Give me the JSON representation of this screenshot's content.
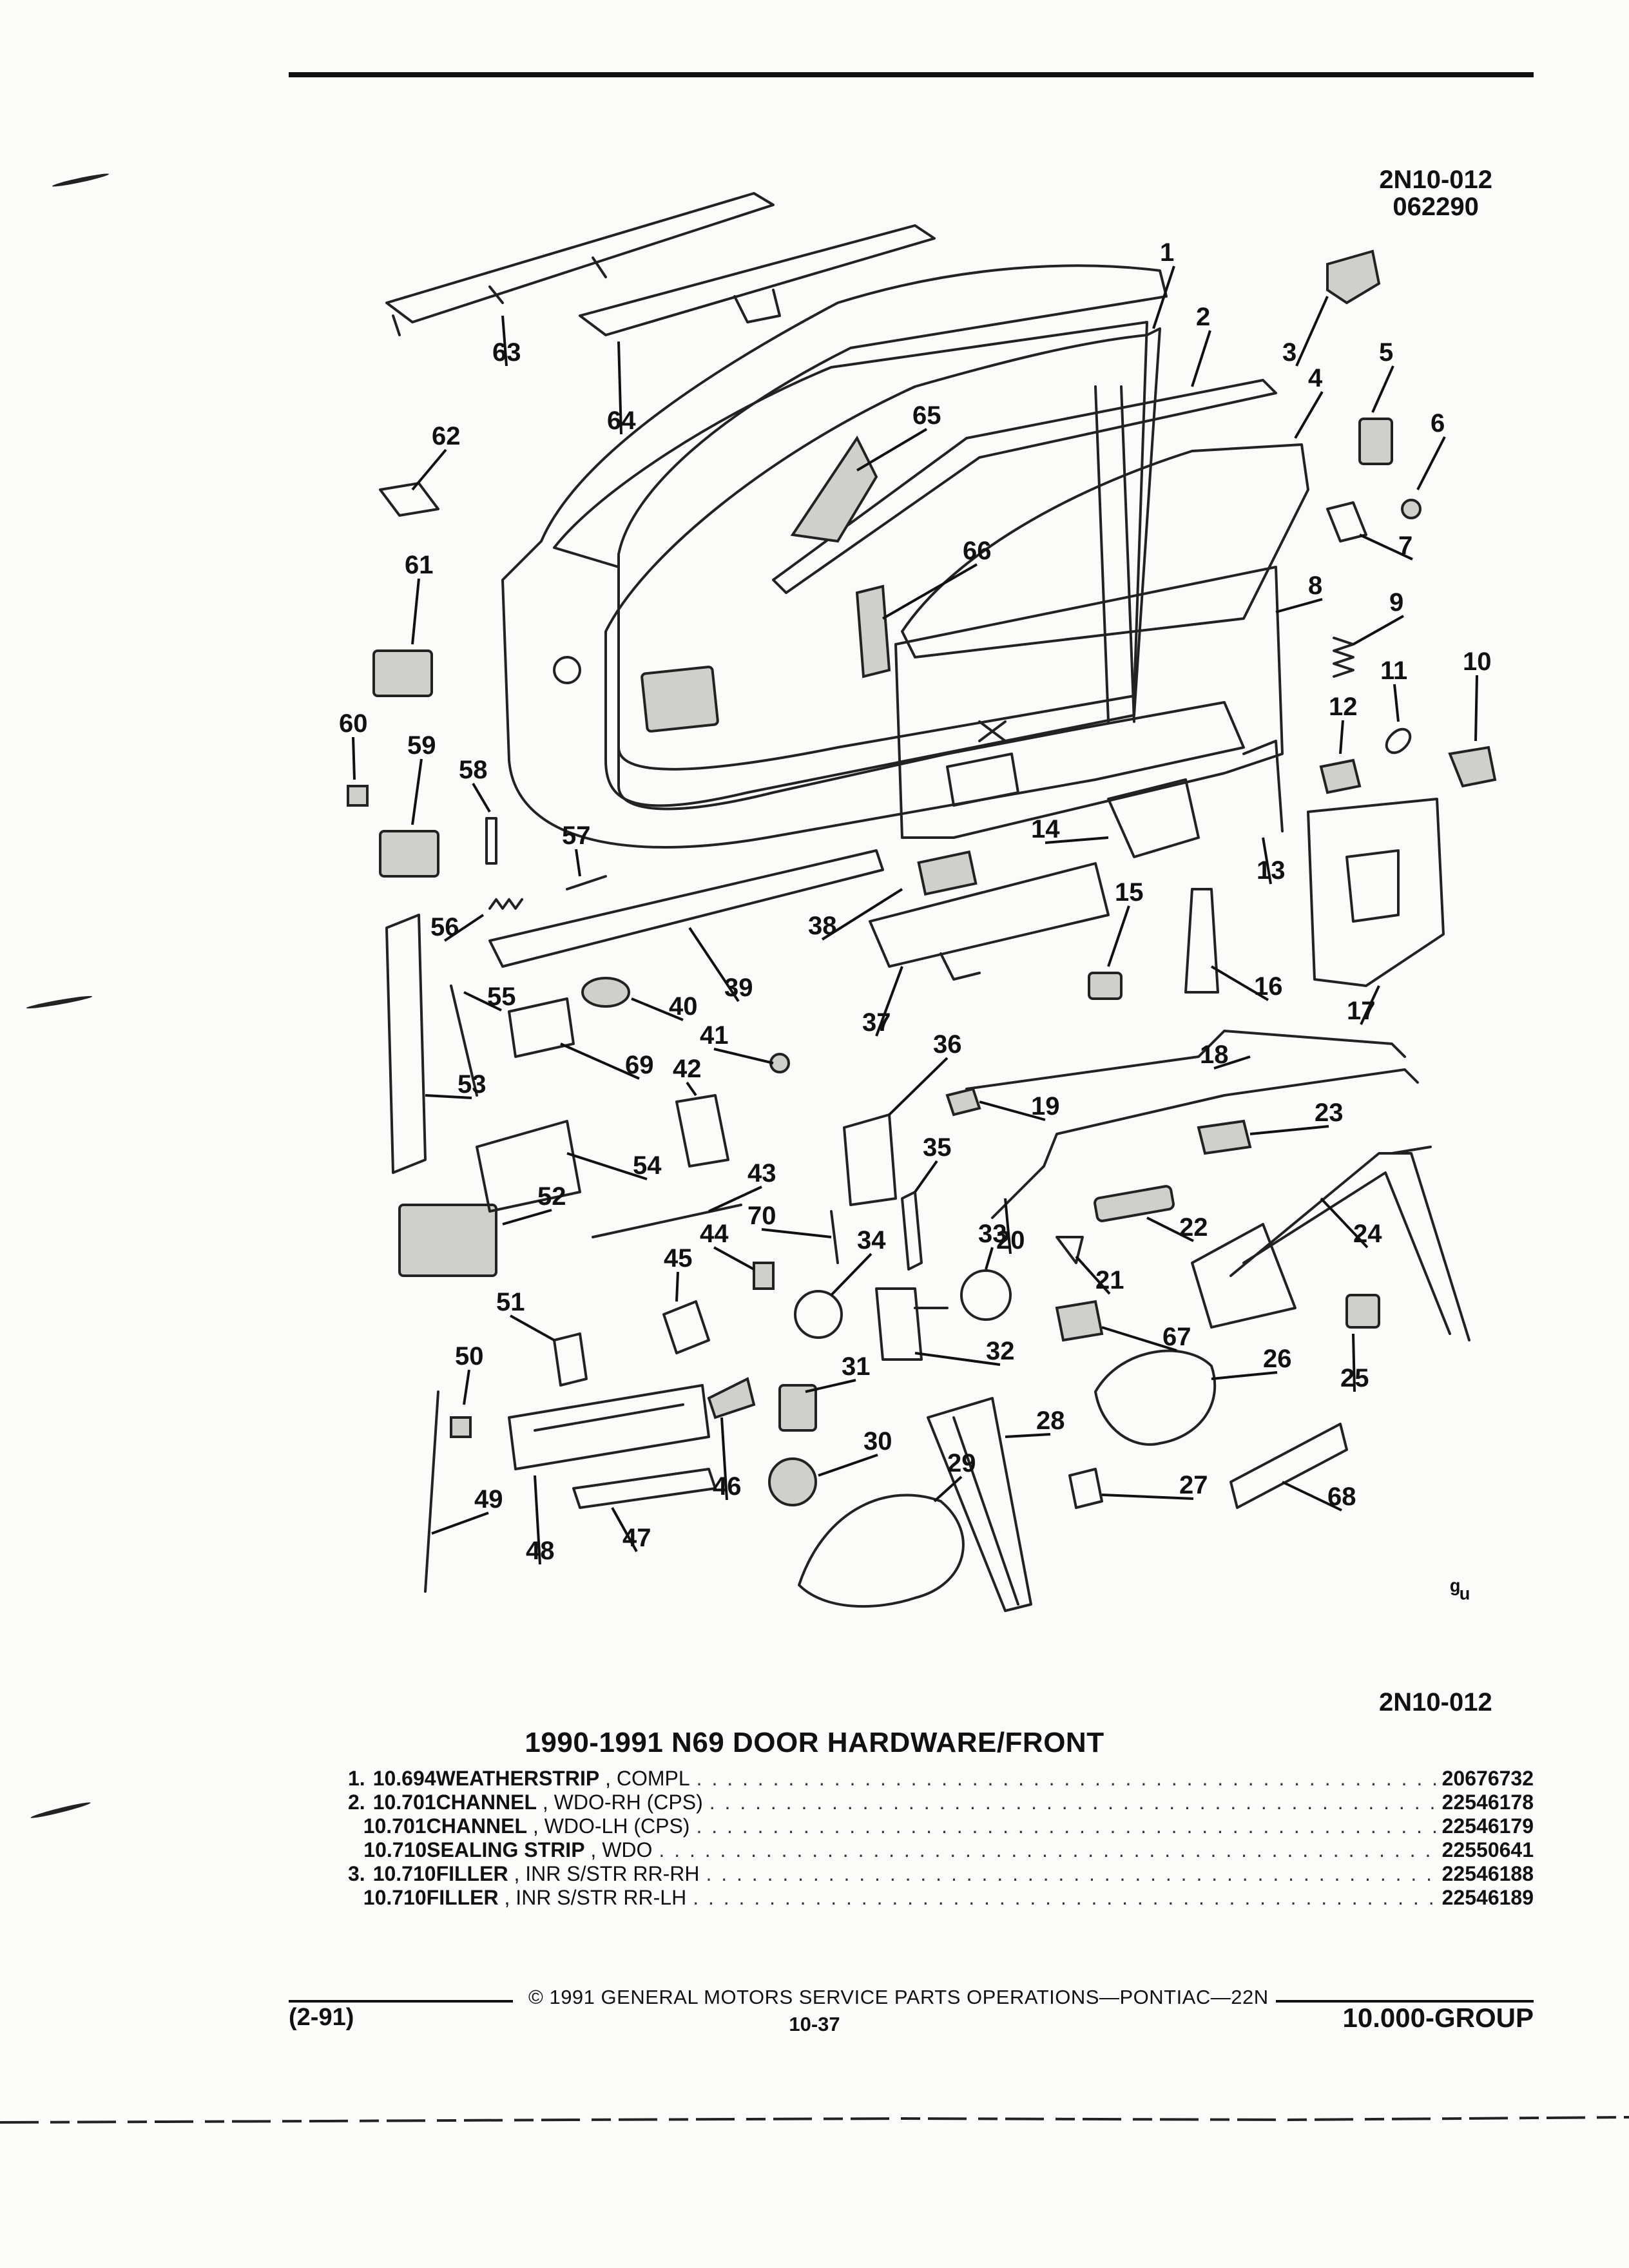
{
  "header": {
    "figure_code": "2N10-012",
    "figure_date": "062290"
  },
  "diagram": {
    "callouts": [
      {
        "n": "1"
      },
      {
        "n": "2"
      },
      {
        "n": "3"
      },
      {
        "n": "4"
      },
      {
        "n": "5"
      },
      {
        "n": "6"
      },
      {
        "n": "7"
      },
      {
        "n": "8"
      },
      {
        "n": "9"
      },
      {
        "n": "10"
      },
      {
        "n": "11"
      },
      {
        "n": "12"
      },
      {
        "n": "13"
      },
      {
        "n": "14"
      },
      {
        "n": "15"
      },
      {
        "n": "16"
      },
      {
        "n": "17"
      },
      {
        "n": "18"
      },
      {
        "n": "19"
      },
      {
        "n": "20"
      },
      {
        "n": "21"
      },
      {
        "n": "22"
      },
      {
        "n": "23"
      },
      {
        "n": "24"
      },
      {
        "n": "25"
      },
      {
        "n": "26"
      },
      {
        "n": "27"
      },
      {
        "n": "28"
      },
      {
        "n": "29"
      },
      {
        "n": "30"
      },
      {
        "n": "31"
      },
      {
        "n": "32"
      },
      {
        "n": "33"
      },
      {
        "n": "34"
      },
      {
        "n": "35"
      },
      {
        "n": "36"
      },
      {
        "n": "37"
      },
      {
        "n": "38"
      },
      {
        "n": "39"
      },
      {
        "n": "40"
      },
      {
        "n": "41"
      },
      {
        "n": "42"
      },
      {
        "n": "43"
      },
      {
        "n": "44"
      },
      {
        "n": "45"
      },
      {
        "n": "46"
      },
      {
        "n": "47"
      },
      {
        "n": "48"
      },
      {
        "n": "49"
      },
      {
        "n": "50"
      },
      {
        "n": "51"
      },
      {
        "n": "52"
      },
      {
        "n": "53"
      },
      {
        "n": "54"
      },
      {
        "n": "55"
      },
      {
        "n": "56"
      },
      {
        "n": "57"
      },
      {
        "n": "58"
      },
      {
        "n": "59"
      },
      {
        "n": "60"
      },
      {
        "n": "61"
      },
      {
        "n": "62"
      },
      {
        "n": "63"
      },
      {
        "n": "64"
      },
      {
        "n": "65"
      },
      {
        "n": "66"
      },
      {
        "n": "67"
      },
      {
        "n": "68"
      },
      {
        "n": "69"
      },
      {
        "n": "70"
      }
    ],
    "bottom_code": "2N10-012"
  },
  "title": "1990-1991 N69 DOOR HARDWARE/FRONT",
  "parts": [
    {
      "idx": "1.",
      "group": "10.694",
      "name": "WEATHERSTRIP",
      "detail": ", COMPL",
      "part_no": "20676732"
    },
    {
      "idx": "2.",
      "group": "10.701",
      "name": "CHANNEL",
      "detail": ", WDO-RH (CPS)",
      "part_no": "22546178"
    },
    {
      "idx": "",
      "group": "10.701",
      "name": "CHANNEL",
      "detail": ", WDO-LH (CPS)",
      "part_no": "22546179"
    },
    {
      "idx": "",
      "group": "10.710",
      "name": "SEALING STRIP",
      "detail": ", WDO",
      "part_no": "22550641"
    },
    {
      "idx": "3.",
      "group": "10.710",
      "name": "FILLER",
      "detail": ", INR S/STR RR-RH",
      "part_no": "22546188"
    },
    {
      "idx": "",
      "group": "10.710",
      "name": "FILLER",
      "detail": ", INR S/STR RR-LH",
      "part_no": "22546189"
    }
  ],
  "footer": {
    "copyright": "© 1991 GENERAL MOTORS SERVICE PARTS OPERATIONS—PONTIAC—22N",
    "page": "10-37",
    "revision": "(2-91)",
    "group": "10.000-GROUP"
  }
}
